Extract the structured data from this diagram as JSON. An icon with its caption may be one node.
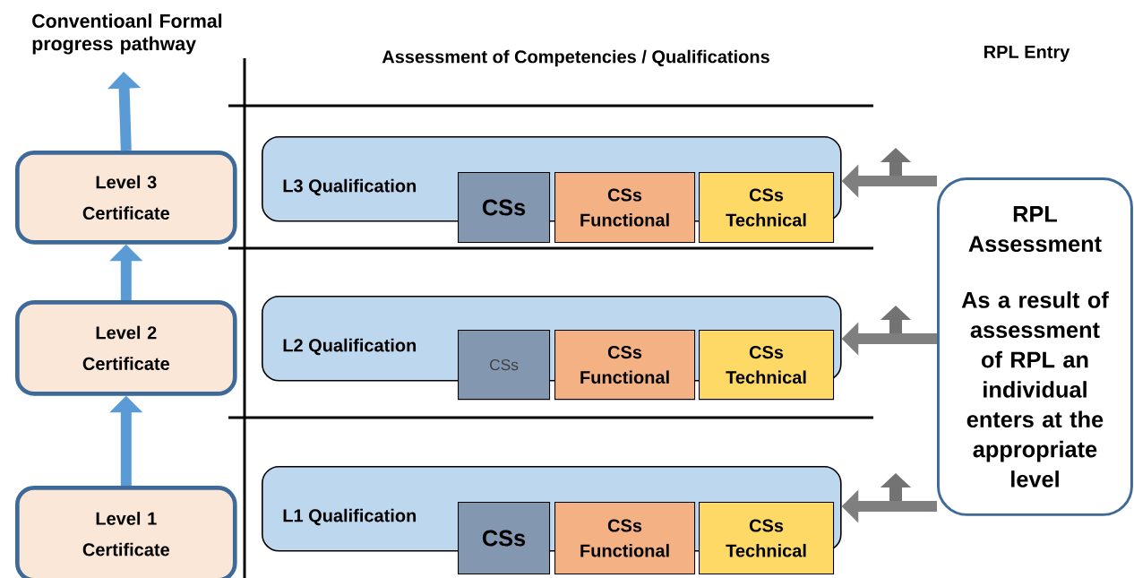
{
  "diagram": {
    "nodes": [
      {
        "text": [
          "Level 3 Certificate"
        ]
      },
      {
        "text": [
          "Level 2 Certificate"
        ]
      },
      {
        "text": [
          "Level 1 Certificate"
        ]
      },
      {
        "text": [
          "L3 Qualification"
        ]
      },
      {
        "text": [
          "CSs"
        ]
      },
      {
        "text": [
          "CSs Functional"
        ]
      },
      {
        "text": [
          "CSs Technical"
        ]
      },
      {
        "text": [
          "L2 Qualification"
        ]
      },
      {
        "text": [
          "CSs"
        ]
      },
      {
        "text": [
          "CSs Functional"
        ]
      },
      {
        "text": [
          "CSs Technical"
        ]
      },
      {
        "text": [
          "L1 Qualification"
        ]
      },
      {
        "text": [
          "CSs"
        ]
      },
      {
        "text": [
          "CSs Functional"
        ]
      },
      {
        "text": [
          "CSs Technical"
        ]
      },
      {
        "text": [
          "RPL Assessment",
          "As a result of assessment of RPL an individual enters at the appropriate level"
        ]
      }
    ],
    "edges": [
      {
        "from": 0,
        "to": null,
        "arrow": "to",
        "color": "#5b9bd5"
      },
      {
        "from": 1,
        "to": 0,
        "arrow": "to",
        "color": "#5b9bd5"
      },
      {
        "from": 2,
        "to": 1,
        "arrow": "to",
        "color": "#5b9bd5"
      },
      {
        "from": 15,
        "to": 3,
        "arrow": "to",
        "color": "#7f7f7f"
      },
      {
        "from": 15,
        "to": 7,
        "arrow": "to",
        "color": "#7f7f7f"
      },
      {
        "from": 15,
        "to": 11,
        "arrow": "to",
        "color": "#7f7f7f"
      }
    ],
    "labels": [
      "Conventioanl Formal progress pathway",
      "Assessment of Competencies / Qualifications",
      "RPL Entry"
    ]
  }
}
